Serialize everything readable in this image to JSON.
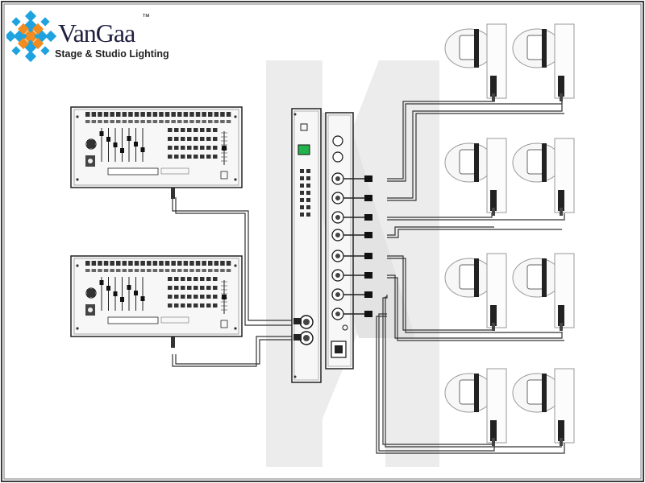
{
  "brand": {
    "name": "VanGaa",
    "trademark": "™",
    "tagline": "Stage & Studio Lighting",
    "colors": {
      "blue": "#1fa3e0",
      "orange": "#f28c1e",
      "dark": "#1f1f3f"
    }
  },
  "diagram": {
    "frame_color": "#3d3d3d",
    "cable_color": "#333333",
    "panel_fill": "#f7f7f7",
    "display_green": "#22b44c",
    "controllers": [
      {
        "name": "controller-top"
      },
      {
        "name": "controller-bottom"
      }
    ],
    "devices": [
      {
        "name": "dmx-rack-unit-left"
      },
      {
        "name": "dmx-splitter"
      }
    ],
    "output_count": 8,
    "fixture_count": 8
  }
}
